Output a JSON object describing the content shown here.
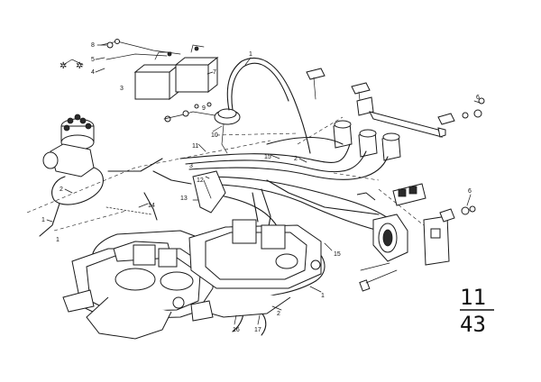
{
  "page_number": {
    "top": "11",
    "bottom": "43"
  },
  "callouts": [
    {
      "id": "c1",
      "text": "8"
    },
    {
      "id": "c2",
      "text": "5"
    },
    {
      "id": "c3",
      "text": "4"
    },
    {
      "id": "c4",
      "text": "3"
    },
    {
      "id": "c5",
      "text": "7"
    },
    {
      "id": "c6",
      "text": "1"
    },
    {
      "id": "c7",
      "text": "9"
    },
    {
      "id": "c8",
      "text": "10"
    },
    {
      "id": "c9",
      "text": "6"
    },
    {
      "id": "c10",
      "text": "2"
    },
    {
      "id": "c11",
      "text": "1"
    },
    {
      "id": "c12",
      "text": "11"
    },
    {
      "id": "c13",
      "text": "3"
    },
    {
      "id": "c14",
      "text": "12"
    },
    {
      "id": "c15",
      "text": "13"
    },
    {
      "id": "c16",
      "text": "14"
    },
    {
      "id": "c17",
      "text": "15"
    },
    {
      "id": "c18",
      "text": "2"
    },
    {
      "id": "c19",
      "text": "6"
    },
    {
      "id": "c20",
      "text": "15"
    },
    {
      "id": "c21",
      "text": "1"
    },
    {
      "id": "c22",
      "text": "2"
    },
    {
      "id": "c23",
      "text": "16"
    },
    {
      "id": "c24",
      "text": "17"
    },
    {
      "id": "c25",
      "text": "1"
    }
  ]
}
